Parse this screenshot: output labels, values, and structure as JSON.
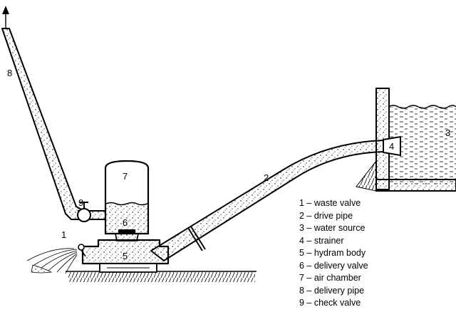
{
  "callouts": {
    "waste_valve": "1",
    "drive_pipe": "2",
    "water_source": "3",
    "strainer": "4",
    "hydram_body": "5",
    "delivery_valve": "6",
    "air_chamber": "7",
    "delivery_pipe": "8",
    "check_valve": "9"
  },
  "legend": [
    "1 – waste valve",
    "2 – drive pipe",
    "3 – water source",
    "4 – strainer",
    "5 – hydram body",
    "6 – delivery valve",
    "7 – air chamber",
    "8 – delivery pipe",
    "9 – check valve"
  ]
}
